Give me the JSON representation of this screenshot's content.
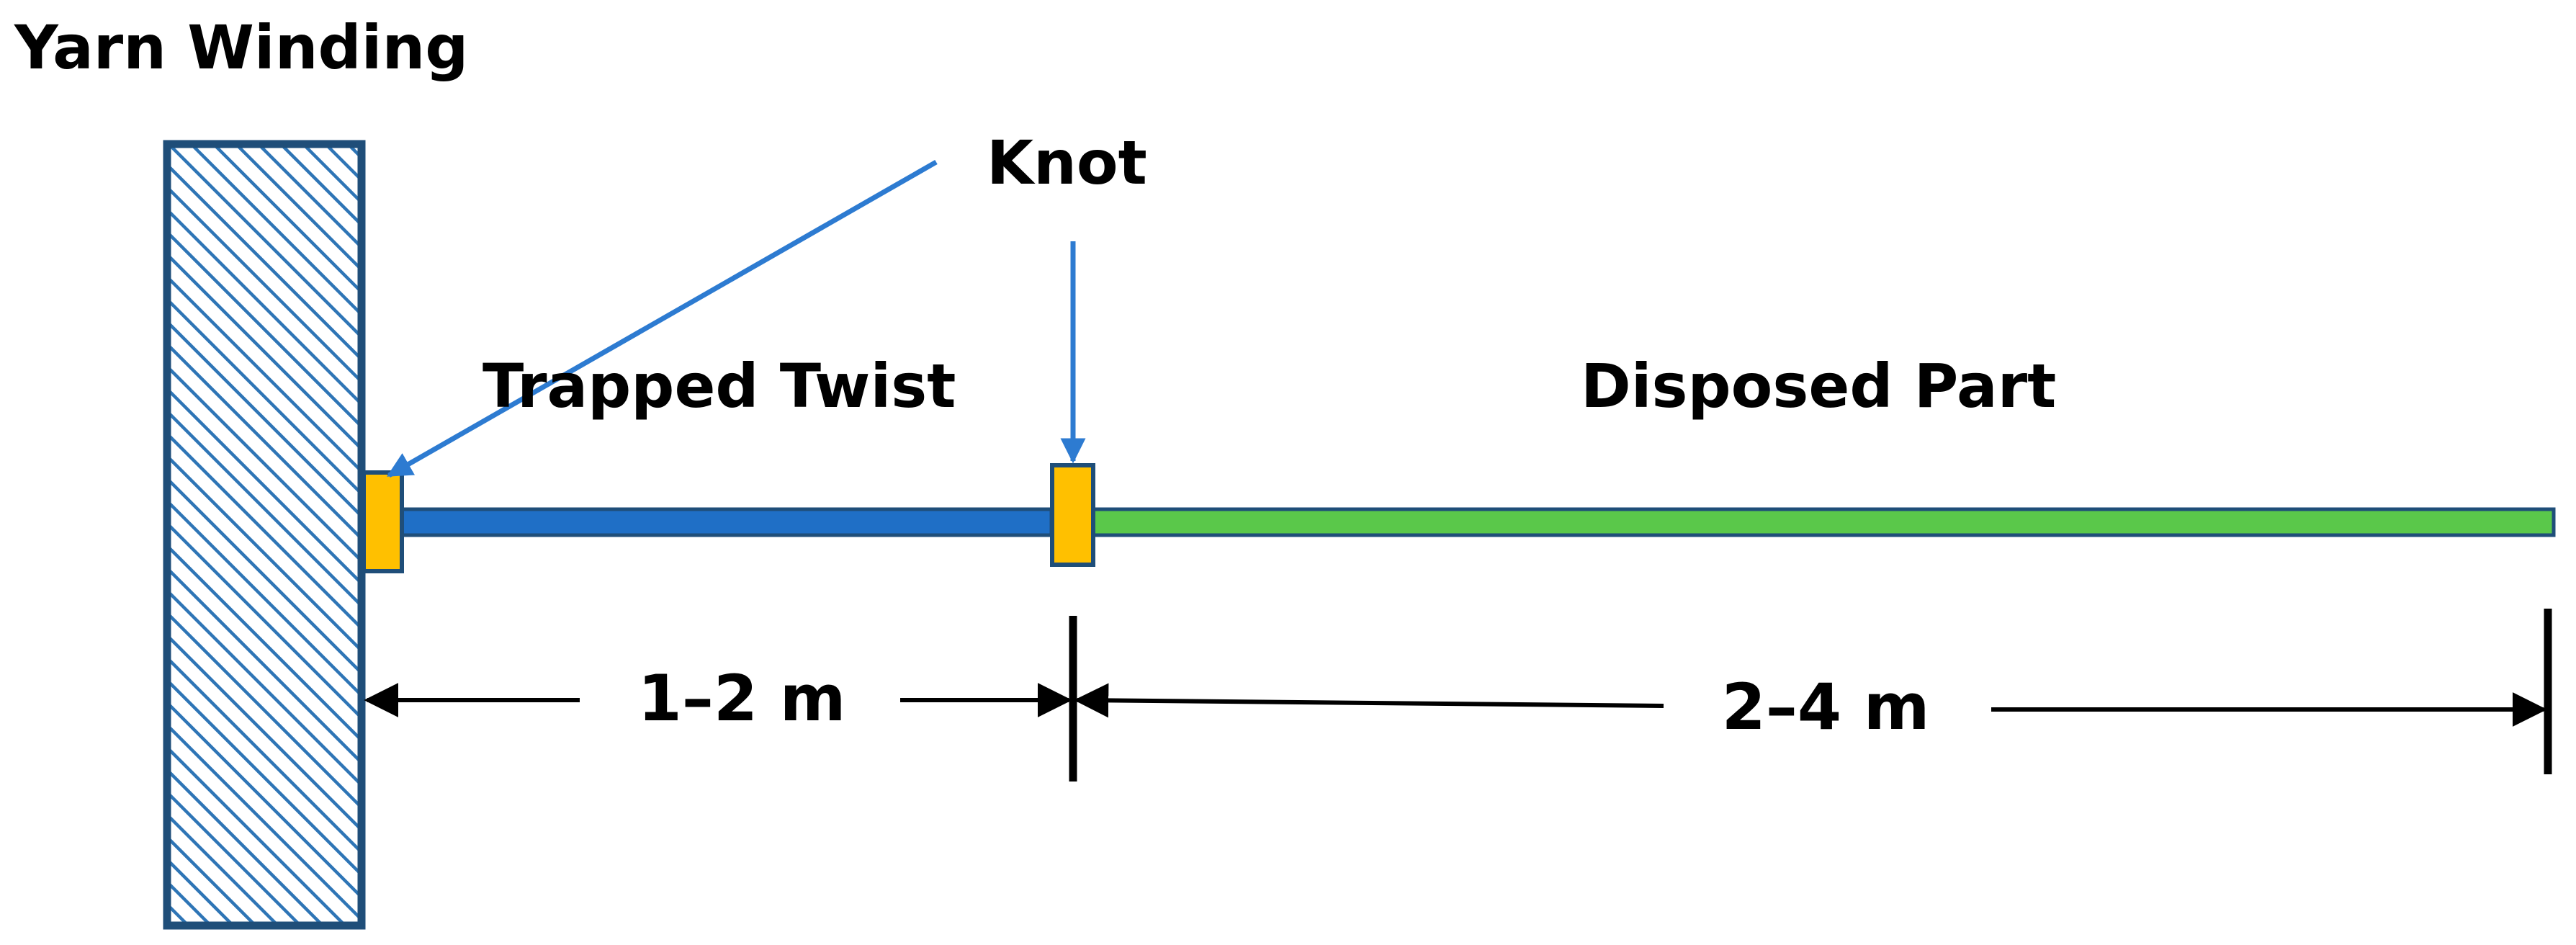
{
  "title": "Yarn Winding",
  "labels": {
    "knot": "Knot",
    "trapped_twist": "Trapped Twist",
    "disposed_part": "Disposed Part",
    "dim_trapped": "1–2 m",
    "dim_disposed": "2–4 m"
  },
  "colors": {
    "package_stroke": "#1f4e79",
    "hatch": "#2e75b6",
    "trapped_yarn": "#1f6fc6",
    "disposed_yarn": "#5ac84a",
    "knot_fill": "#ffc000",
    "knot_stroke": "#1f4e79",
    "arrow": "#2d7bd1",
    "dimension": "#000000"
  }
}
